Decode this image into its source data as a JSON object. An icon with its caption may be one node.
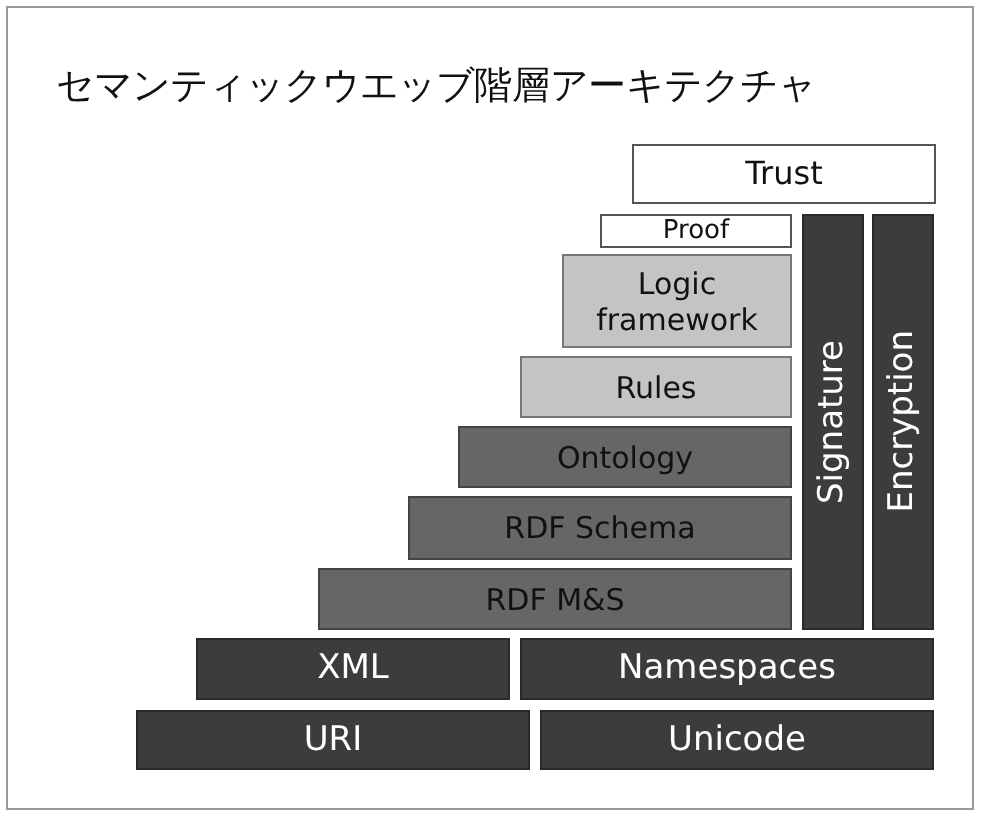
{
  "diagram": {
    "title": "セマンティックウエッブ階層アーキテクチャ",
    "nodes": [
      {
        "text": [
          "Trust"
        ]
      },
      {
        "text": [
          "Proof"
        ]
      },
      {
        "text": [
          "Signature"
        ]
      },
      {
        "text": [
          "Encryption"
        ]
      },
      {
        "text": [
          "Logic framework"
        ]
      },
      {
        "text": [
          "Rules"
        ]
      },
      {
        "text": [
          "Ontology"
        ]
      },
      {
        "text": [
          "RDF Schema"
        ]
      },
      {
        "text": [
          "RDF M&S"
        ]
      },
      {
        "text": [
          "XML"
        ]
      },
      {
        "text": [
          "Namespaces"
        ]
      },
      {
        "text": [
          "URI"
        ]
      },
      {
        "text": [
          "Unicode"
        ]
      }
    ]
  }
}
